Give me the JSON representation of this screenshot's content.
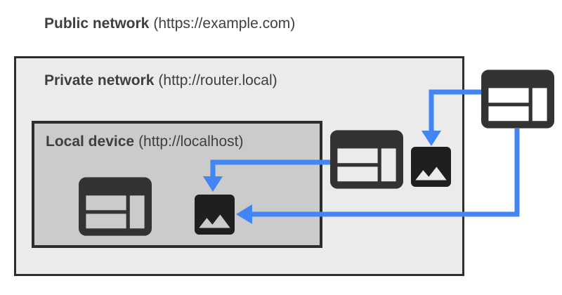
{
  "diagram": {
    "title": {
      "name": "Public network",
      "url": "(https://example.com)"
    },
    "private_network": {
      "name": "Private network",
      "url": "(http://router.local)"
    },
    "local_device": {
      "name": "Local device",
      "url": "(http://localhost)"
    },
    "nodes": [
      {
        "id": "local-website",
        "icon": "website-icon",
        "location": "local-device"
      },
      {
        "id": "local-image",
        "icon": "image-icon",
        "location": "local-device"
      },
      {
        "id": "private-website",
        "icon": "website-icon",
        "location": "private-network"
      },
      {
        "id": "private-image",
        "icon": "image-icon",
        "location": "private-network"
      },
      {
        "id": "public-website",
        "icon": "website-icon",
        "location": "public-network"
      }
    ],
    "arrows": [
      {
        "from": "private-website",
        "to": "local-image",
        "meaning": "private page embeds local resource"
      },
      {
        "from": "public-website",
        "to": "private-image",
        "meaning": "public page embeds private resource"
      },
      {
        "from": "public-website",
        "to": "local-image",
        "meaning": "public page embeds local resource"
      }
    ],
    "colors": {
      "arrow": "#4285F4",
      "website_icon": "#333333",
      "image_icon": "#1F1F1F",
      "private_bg": "#EBEBEB",
      "local_bg": "#CBCBCB",
      "border": "#2E2E2E",
      "text": "#3C4043"
    }
  }
}
